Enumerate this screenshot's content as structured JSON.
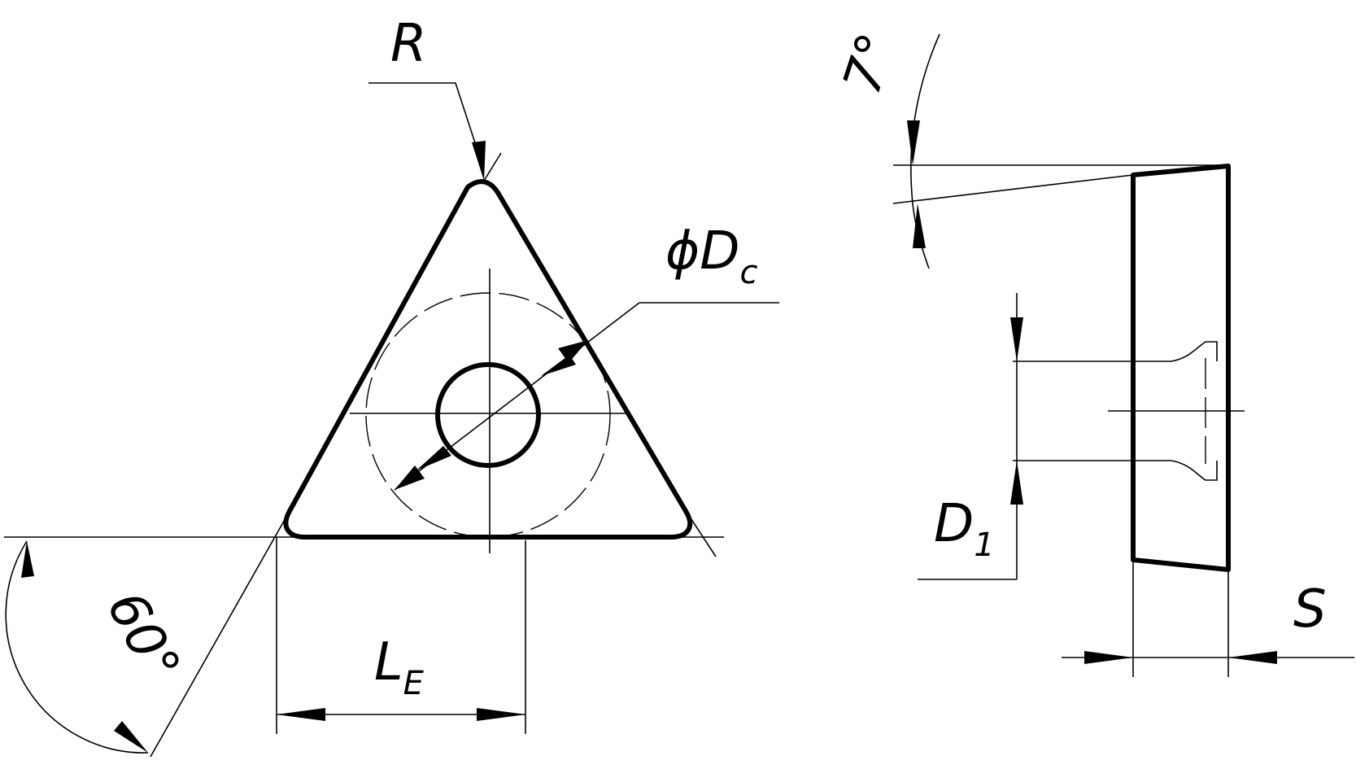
{
  "labels": {
    "radius": "R",
    "diameter_symbol": "ϕ",
    "diameter_main": "D",
    "diameter_sub": "c",
    "length_main": "L",
    "length_sub": "E",
    "angle_60": "60°",
    "angle_7": "7°",
    "hole_main": "D",
    "hole_sub": "1",
    "thickness": "S"
  },
  "colors": {
    "line": "#000000",
    "background": "#ffffff"
  }
}
